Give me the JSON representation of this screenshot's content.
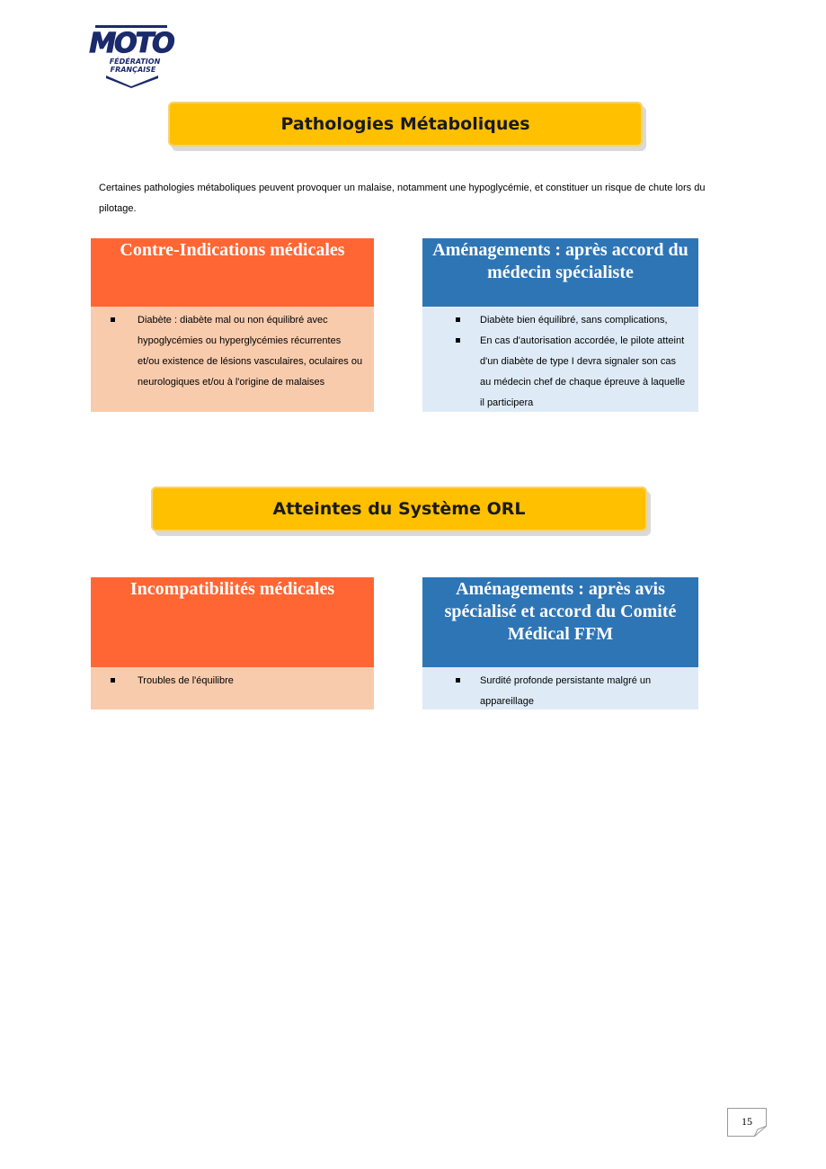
{
  "logo": {
    "main": "MOTO",
    "line1": "FÉDÉRATION",
    "line2": "FRANÇAISE"
  },
  "section1": {
    "title": "Pathologies Métaboliques",
    "intro": "Certaines pathologies métaboliques peuvent provoquer un malaise, notamment une hypoglycémie, et constituer un risque de chute lors du pilotage.",
    "left": {
      "heading": "Contre-Indications médicales",
      "items": [
        "Diabète : diabète mal ou non équilibré avec hypoglycémies ou hyperglycémies récurrentes et/ou existence de lésions vasculaires, oculaires ou neurologiques et/ou à l'origine de malaises"
      ]
    },
    "right": {
      "heading": "Aménagements : après accord du médecin spécialiste",
      "items": [
        "Diabète bien équilibré, sans complications,",
        "En cas d'autorisation accordée, le pilote atteint d'un diabète de type I devra signaler son cas au médecin chef de chaque épreuve à laquelle il participera"
      ]
    }
  },
  "section2": {
    "title": "Atteintes du Système ORL",
    "left": {
      "heading": "Incompatibilités médicales",
      "items": [
        "Troubles de l'équilibre"
      ]
    },
    "right": {
      "heading": "Aménagements : après avis spécialisé et accord du Comité Médical FFM",
      "items": [
        "Surdité profonde persistante malgré un appareillage"
      ]
    }
  },
  "page_number": "15",
  "colors": {
    "banner": "#ffc000",
    "orange_head": "#ff6633",
    "orange_body": "#f8cbad",
    "blue_head": "#2e75b6",
    "blue_body": "#deebf7",
    "logo_navy": "#1b2a6b"
  }
}
